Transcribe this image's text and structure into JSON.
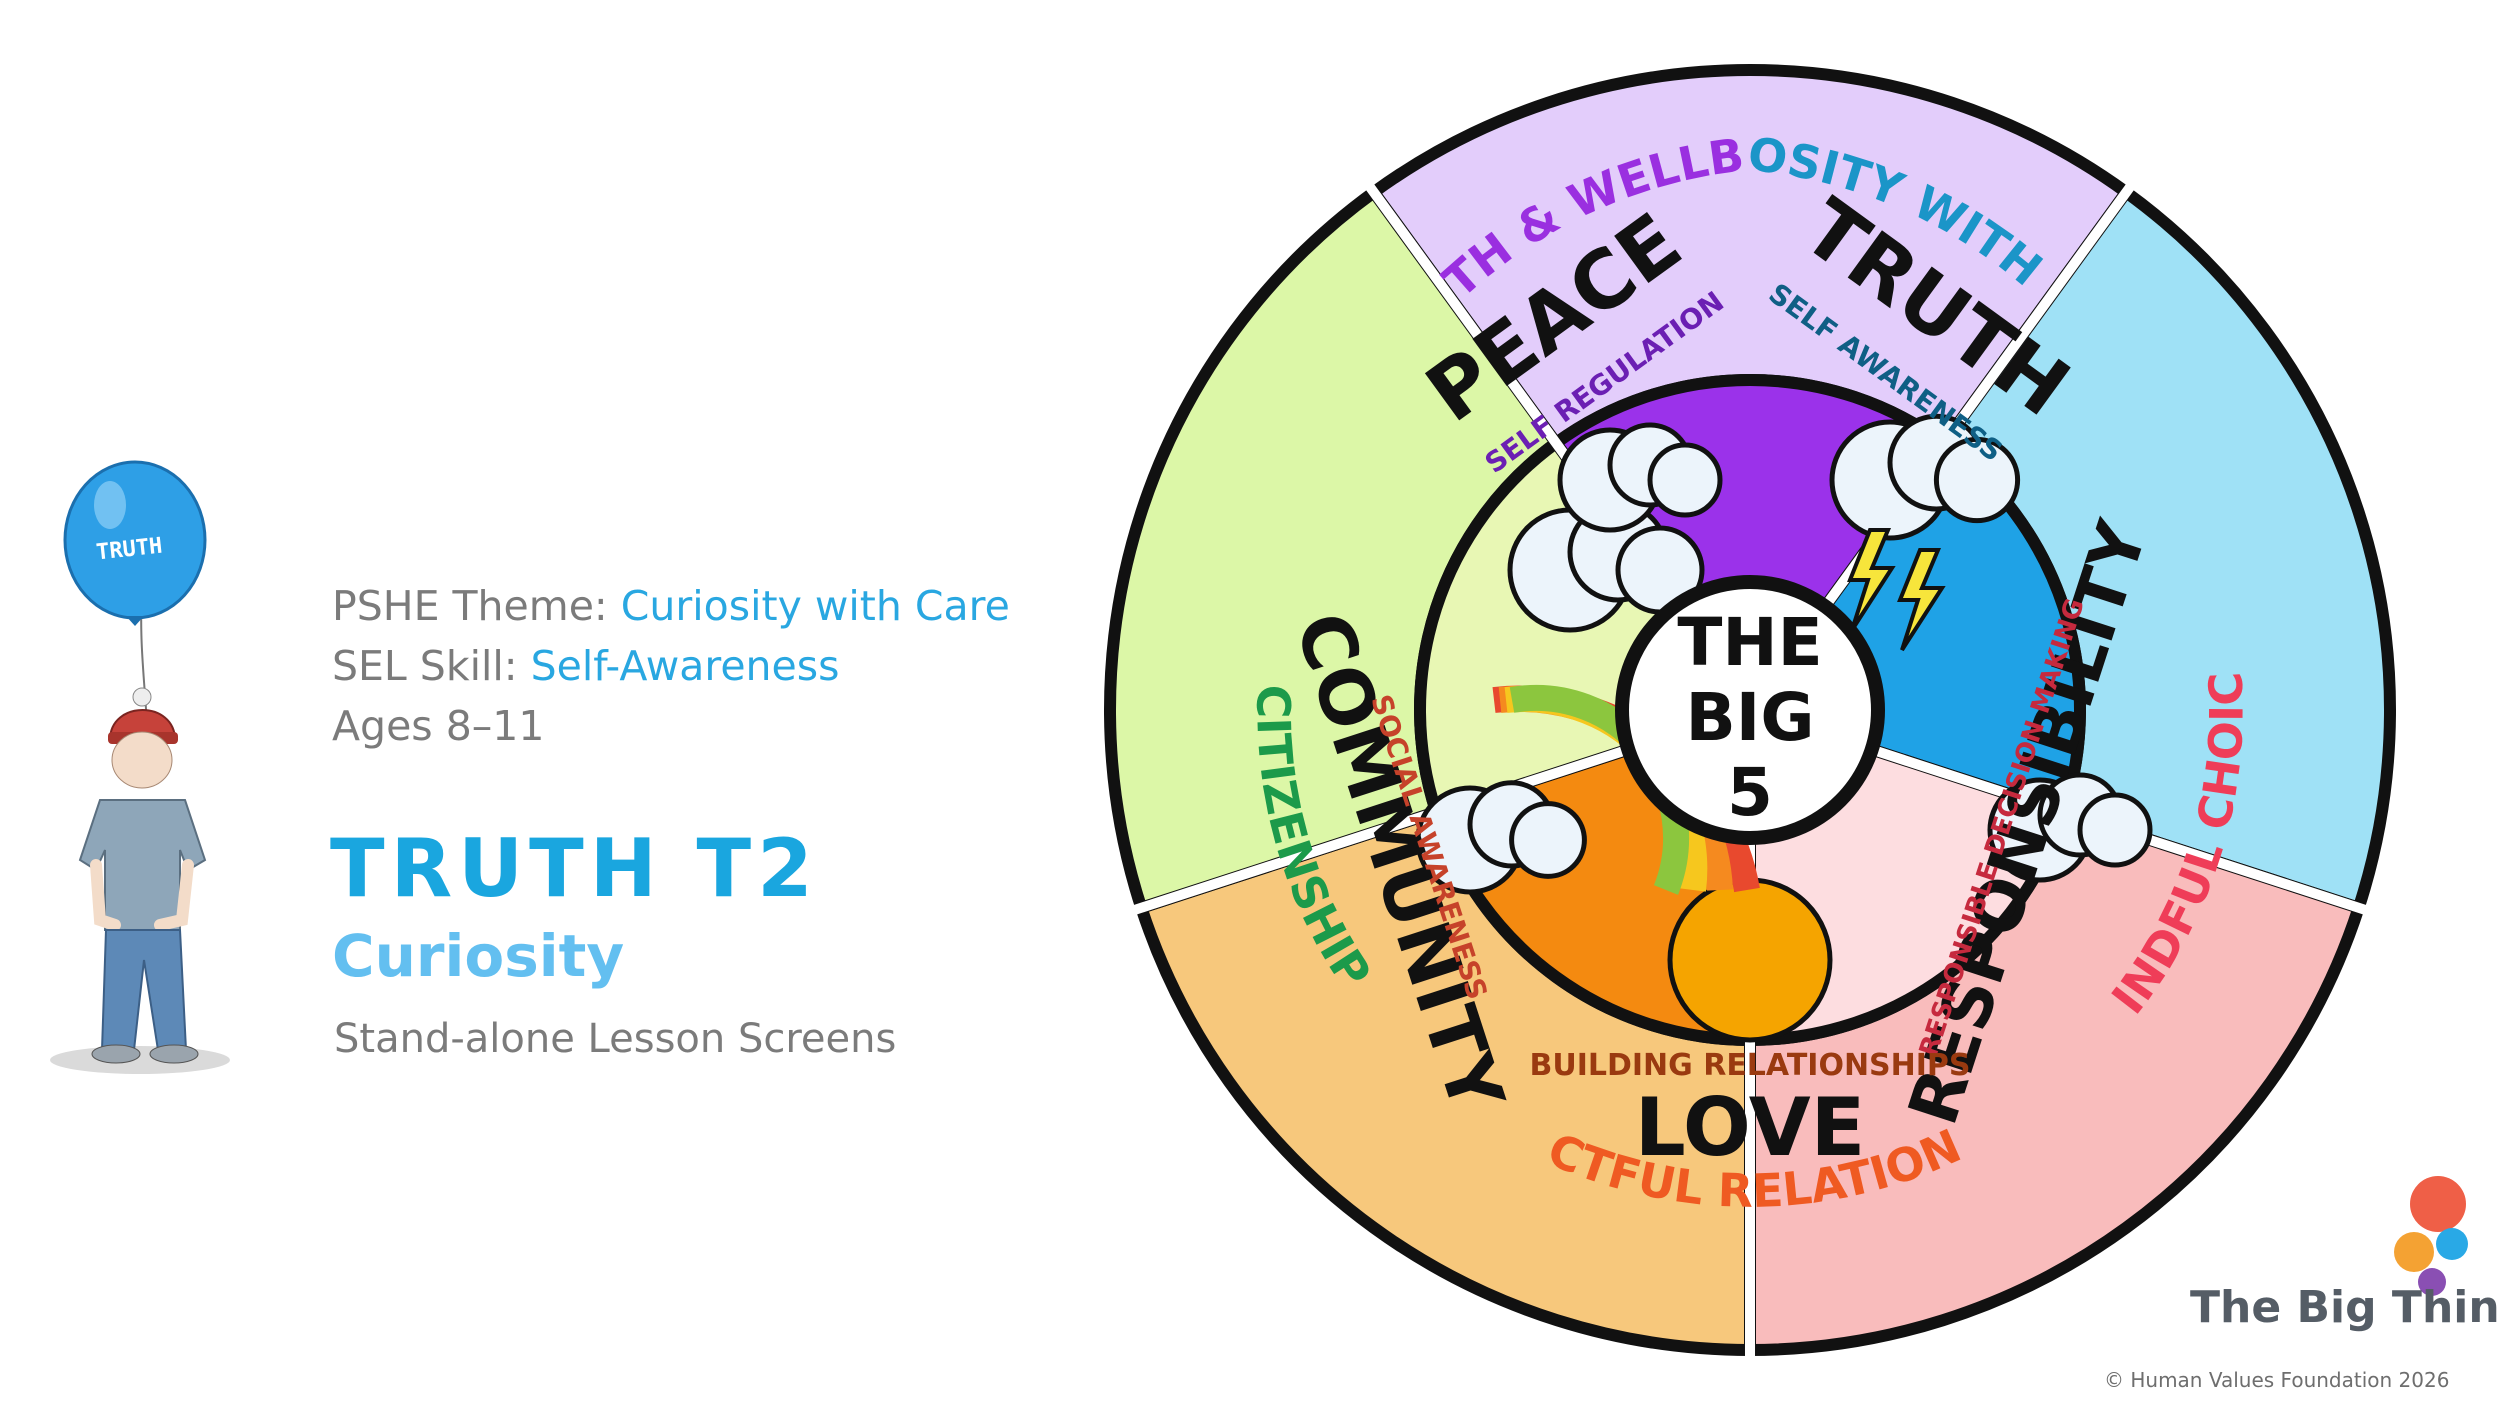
{
  "balloon_label": "TRUTH",
  "info": {
    "theme_label": "PSHE Theme: ",
    "theme_value": "Curiosity with Care",
    "skill_label": "SEL Skill: ",
    "skill_value": "Self-Awareness",
    "ages": "Ages 8–11"
  },
  "title": "TRUTH T2",
  "subtitle": "Curiosity",
  "tagline": "Stand-alone Lesson Screens",
  "wheel": {
    "center": [
      "THE",
      "BIG",
      "5"
    ],
    "segments": [
      {
        "outer": "HEALTH & WELLBEING",
        "main": "PEACE",
        "inner": "SELF REGULATION",
        "color": "#e3cdfb",
        "text_color": "#9a2fe0",
        "scene": "#9b32ea"
      },
      {
        "outer": "CURIOSITY WITH CARE",
        "main": "TRUTH",
        "inner": "SELF AWARENESS",
        "color": "#9fe1f6",
        "text_color": "#1b95c8",
        "scene": "#1fa2e6"
      },
      {
        "outer": "MINDFUL CHOICES",
        "main": "RESPONSIBILITY",
        "inner": "RESPONSIBLE DECISION MAKING",
        "color": "#f9bcbc",
        "text_color": "#ef3d58",
        "scene": "#fddde0"
      },
      {
        "outer": "RESPECTFUL RELATIONSHIPS",
        "main": "LOVE",
        "inner": "BUILDING RELATIONSHIPS",
        "color": "#f7c87c",
        "text_color": "#ef5a22",
        "scene": "#f48a10"
      },
      {
        "outer": "CITIZENSHIP",
        "main": "COMMUNITY",
        "inner": "SOCIAL AWARENESS",
        "color": "#dcf7a7",
        "text_color": "#1c9a4a",
        "scene": "#e8f7b4"
      }
    ]
  },
  "brand": {
    "name": "The Big Think",
    "dot_colors": [
      "#ef5f47",
      "#29a9e6",
      "#f4a233",
      "#8a4fb3"
    ]
  },
  "copyright": "© Human Values Foundation 2026"
}
